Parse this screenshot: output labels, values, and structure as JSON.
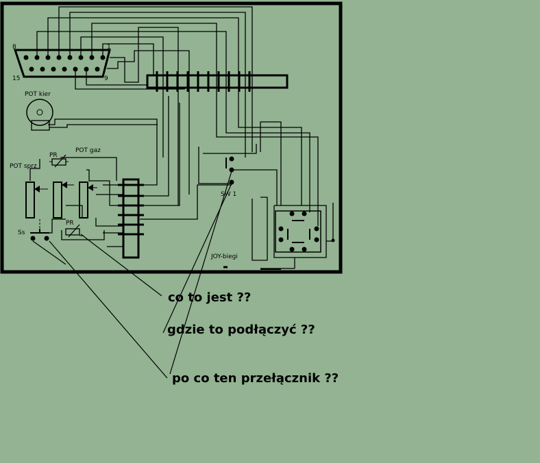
{
  "labels": {
    "pin8": "8",
    "pin1": "1",
    "pin15": "15",
    "pin9": "9",
    "pot_kier": "POT kier",
    "pr_top": "PR",
    "pot_gaz": "POT gaz",
    "pot_sprz": "POT sprz",
    "pr_bottom": "PR",
    "ss": "Ss",
    "sw1": "SW 1",
    "joy_biegi": "JOY-biegi"
  },
  "questions": {
    "q1": "co to jest ??",
    "q2": "gdzie to podłączyć ??",
    "q3": "po co ten przełącznik ??"
  },
  "colors": {
    "background": "#93b393",
    "ink": "#000000"
  }
}
